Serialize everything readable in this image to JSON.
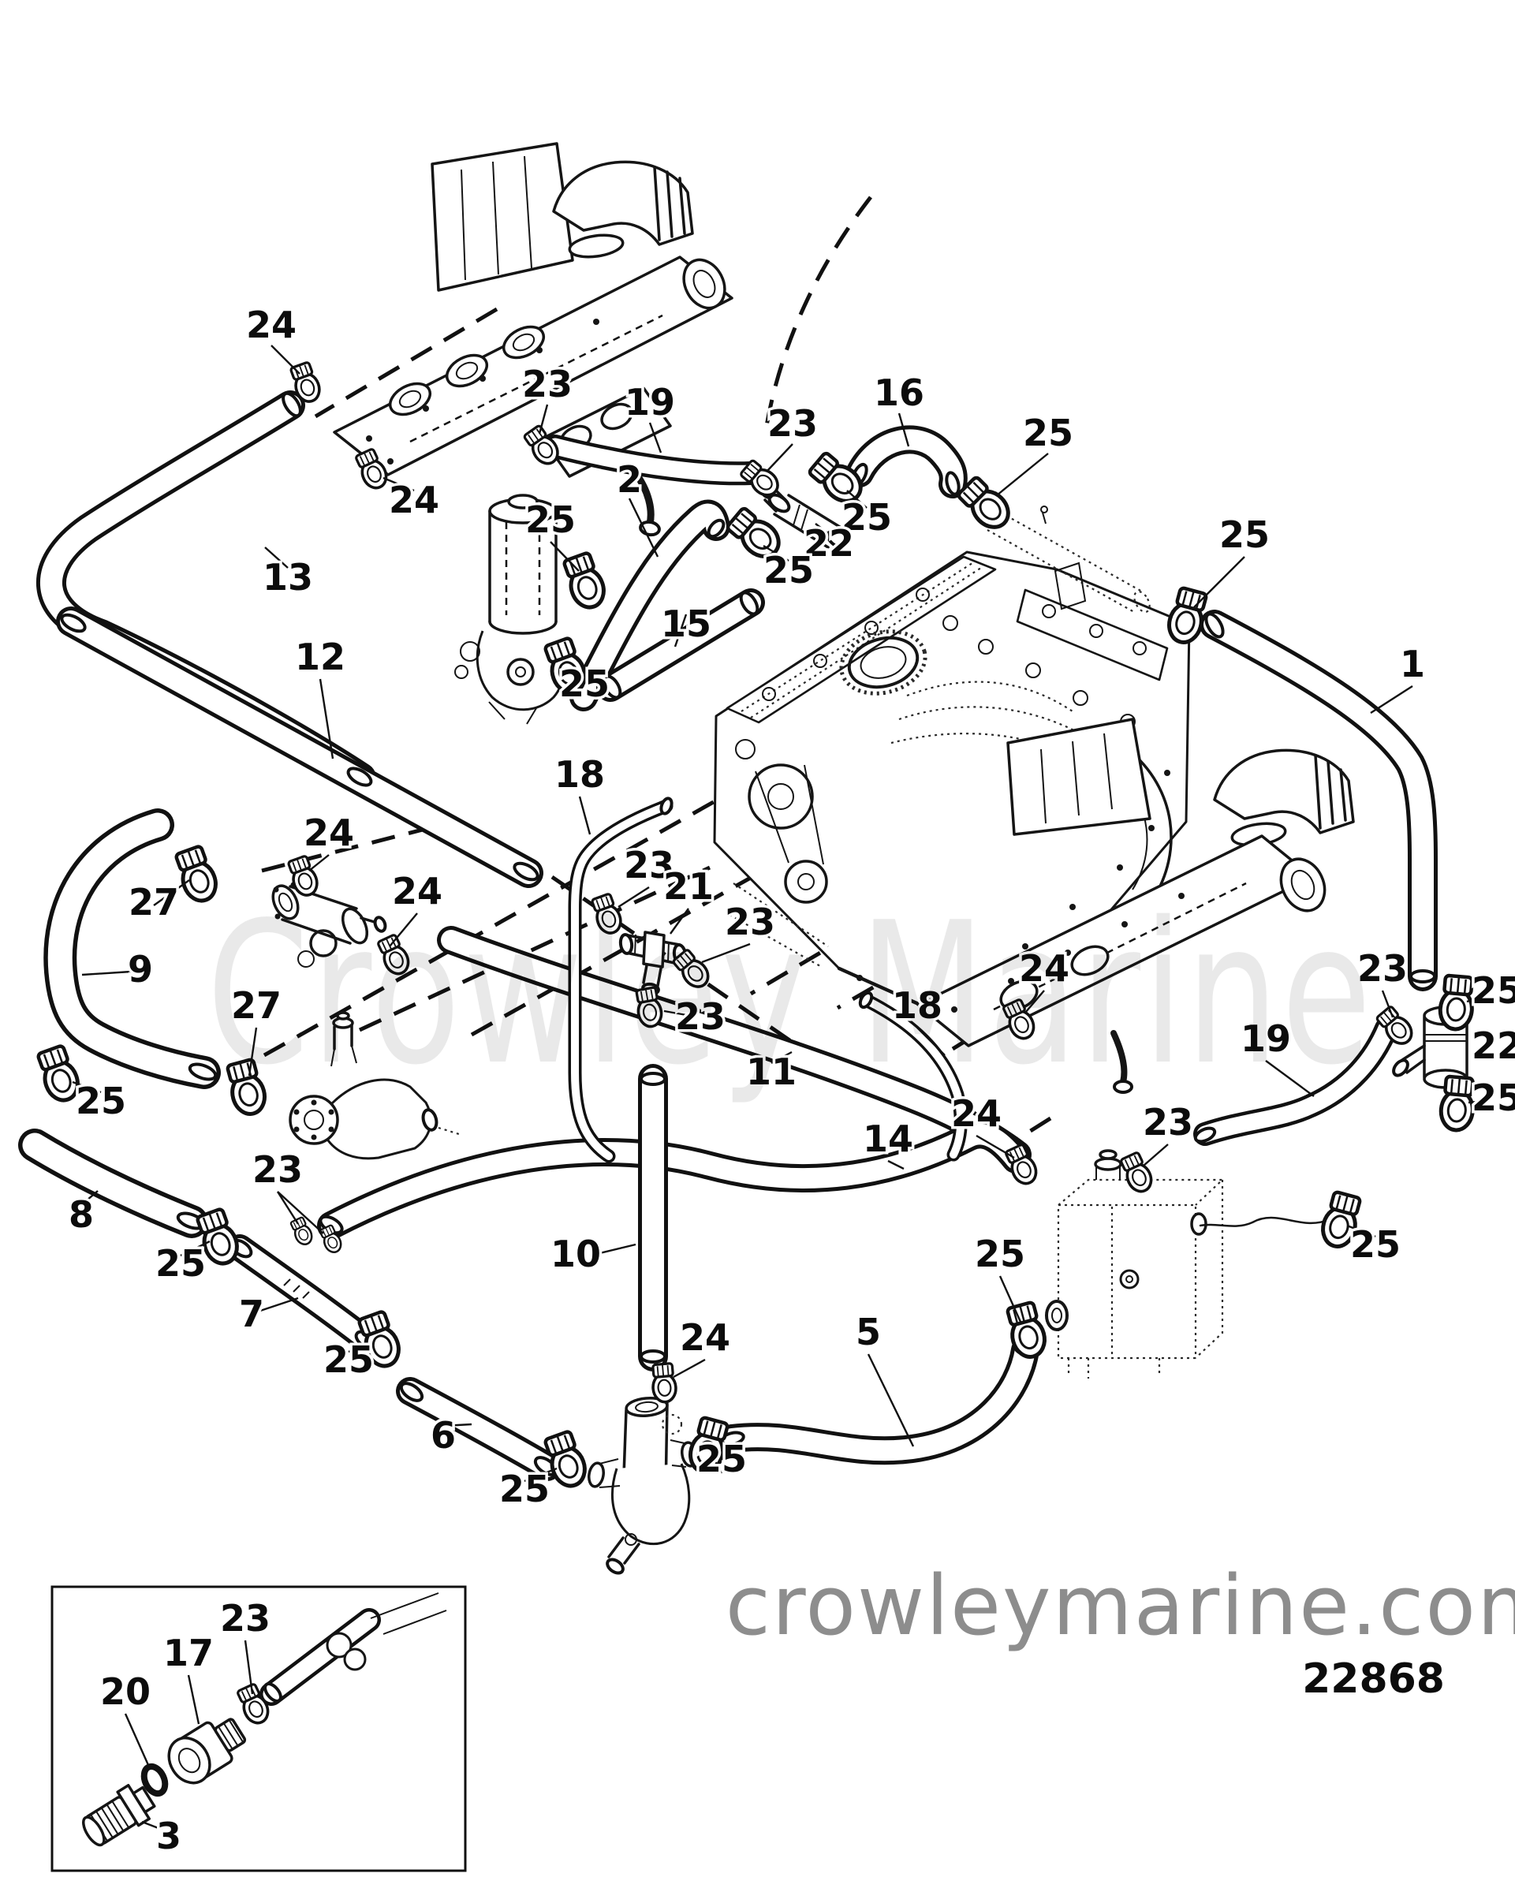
{
  "watermark": "Crowley Marine",
  "footer": {
    "site": "crowleymarine.com",
    "number": "22868"
  },
  "diagram": {
    "type": "exploded-parts-diagram",
    "subject": "engine cooling hose routing with numbered part callouts"
  },
  "callouts": [
    {
      "label": "24"
    },
    {
      "label": "23"
    },
    {
      "label": "19"
    },
    {
      "label": "16"
    },
    {
      "label": "23"
    },
    {
      "label": "25"
    },
    {
      "label": "2"
    },
    {
      "label": "25"
    },
    {
      "label": "22"
    },
    {
      "label": "25"
    },
    {
      "label": "24"
    },
    {
      "label": "25"
    },
    {
      "label": "13"
    },
    {
      "label": "25"
    },
    {
      "label": "15"
    },
    {
      "label": "12"
    },
    {
      "label": "25"
    },
    {
      "label": "1"
    },
    {
      "label": "18"
    },
    {
      "label": "24"
    },
    {
      "label": "23"
    },
    {
      "label": "21"
    },
    {
      "label": "27"
    },
    {
      "label": "24"
    },
    {
      "label": "9"
    },
    {
      "label": "23"
    },
    {
      "label": "23"
    },
    {
      "label": "18"
    },
    {
      "label": "24"
    },
    {
      "label": "19"
    },
    {
      "label": "23"
    },
    {
      "label": "25"
    },
    {
      "label": "22"
    },
    {
      "label": "25"
    },
    {
      "label": "27"
    },
    {
      "label": "25"
    },
    {
      "label": "11"
    },
    {
      "label": "14"
    },
    {
      "label": "23"
    },
    {
      "label": "8"
    },
    {
      "label": "23"
    },
    {
      "label": "10"
    },
    {
      "label": "25"
    },
    {
      "label": "25"
    },
    {
      "label": "25"
    },
    {
      "label": "7"
    },
    {
      "label": "25"
    },
    {
      "label": "24"
    },
    {
      "label": "5"
    },
    {
      "label": "6"
    },
    {
      "label": "25"
    },
    {
      "label": "25"
    },
    {
      "label": "23"
    },
    {
      "label": "17"
    },
    {
      "label": "20"
    },
    {
      "label": "3"
    },
    {
      "label": "24"
    }
  ]
}
